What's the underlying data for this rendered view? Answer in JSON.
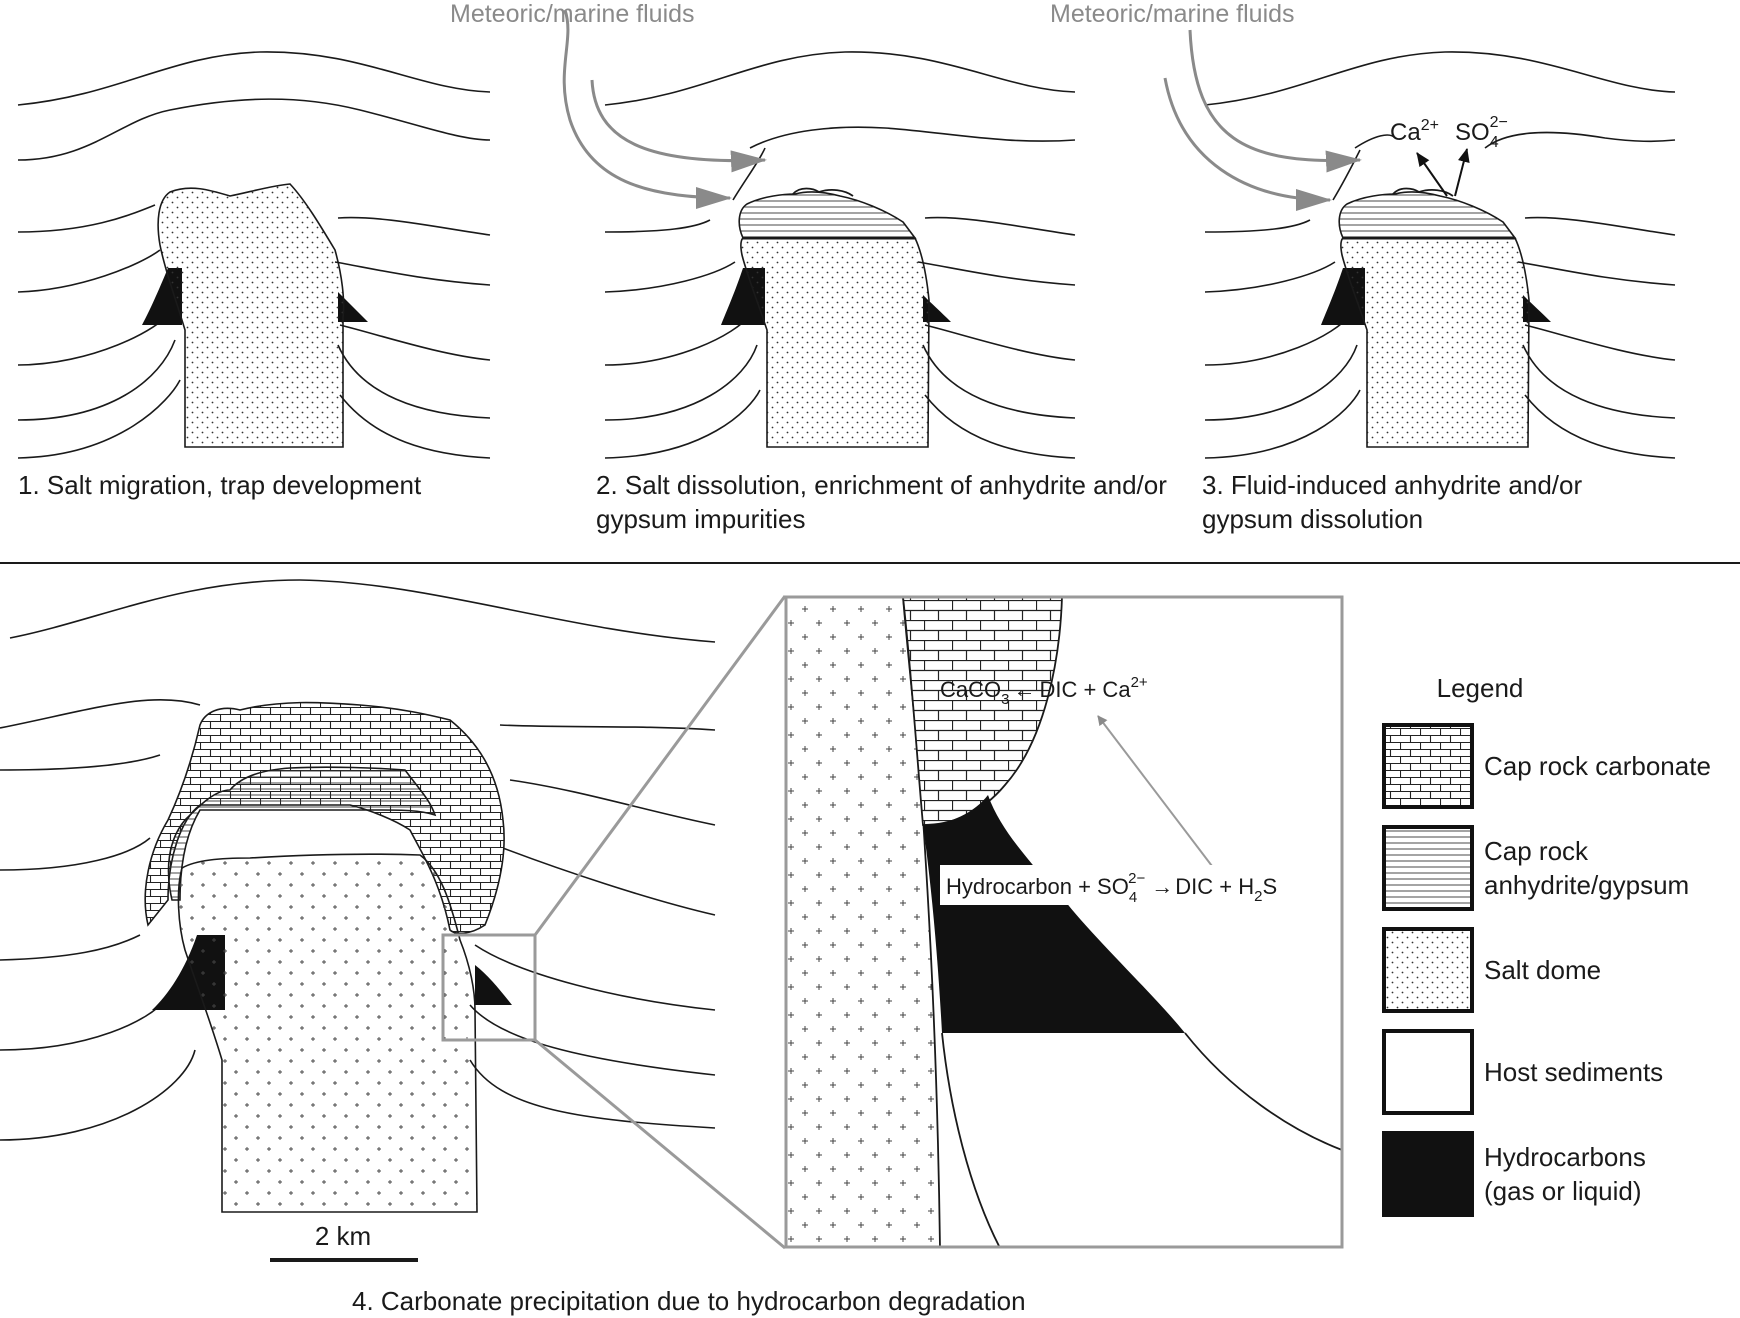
{
  "panels": {
    "p1": {
      "caption": "1. Salt migration, trap development"
    },
    "p2": {
      "caption": "2. Salt dissolution, enrichment of anhydrite and/or gypsum impurities",
      "fluids": "Meteoric/marine fluids"
    },
    "p3": {
      "caption": "3. Fluid-induced anhydrite and/or gypsum dissolution",
      "fluids": "Meteoric/marine fluids",
      "ion_ca": "Ca",
      "ion_ca_charge": "2+",
      "ion_so": "SO",
      "ion_so_sub": "4",
      "ion_so_charge": "2−"
    },
    "p4": {
      "caption": "4. Carbonate precipitation due to hydrocarbon degradation",
      "scale_bar": "2 km"
    }
  },
  "inset": {
    "reaction1": {
      "product": "CaCO",
      "product_sub": "3",
      "arrow": "←",
      "reactants": "DIC + Ca",
      "charge": "2+"
    },
    "reaction2": {
      "reactants": "Hydrocarbon + SO",
      "sub": "4",
      "charge": "2−",
      "arrow": "→",
      "products_a": "DIC + H",
      "products_sub": "2",
      "products_b": "S"
    }
  },
  "legend": {
    "title": "Legend",
    "items": [
      {
        "label_lines": [
          "Cap rock carbonate"
        ],
        "pattern": "brick"
      },
      {
        "label_lines": [
          "Cap rock",
          "anhydrite/gypsum"
        ],
        "pattern": "hlines"
      },
      {
        "label_lines": [
          "Salt dome"
        ],
        "pattern": "dots"
      },
      {
        "label_lines": [
          "Host sediments"
        ],
        "pattern": "blank"
      },
      {
        "label_lines": [
          "Hydrocarbons",
          "(gas or liquid)"
        ],
        "pattern": "black"
      }
    ]
  },
  "colors": {
    "ink": "#1a1a1a",
    "fluid_arrow": "#8a8a8a",
    "inset_frame": "#9a9a9a"
  }
}
